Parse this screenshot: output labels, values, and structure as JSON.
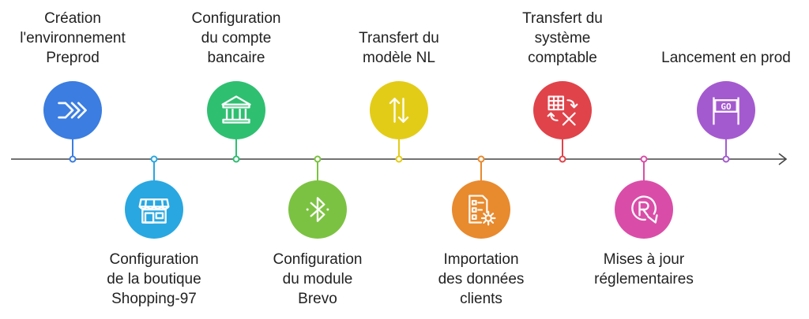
{
  "steps": [
    {
      "label": "Création\nl'environnement\nPreprod",
      "position": "top",
      "color": "#3B7DE0",
      "icon": "chevrons-right-icon"
    },
    {
      "label": "Configuration\nde la boutique\nShopping-97",
      "position": "bottom",
      "color": "#29A7E1",
      "icon": "storefront-icon"
    },
    {
      "label": "Configuration\ndu compte\nbancaire",
      "position": "top",
      "color": "#2FBF71",
      "icon": "bank-icon"
    },
    {
      "label": "Configuration\ndu module\nBrevo",
      "position": "bottom",
      "color": "#7CC242",
      "icon": "bluetooth-icon"
    },
    {
      "label": "Transfert du\nmodèle NL",
      "position": "top",
      "color": "#E3CC18",
      "icon": "vertical-arrows-icon"
    },
    {
      "label": "Importation\ndes données\nclients",
      "position": "bottom",
      "color": "#E88A2E",
      "icon": "document-gear-icon"
    },
    {
      "label": "Transfert du\nsystème\ncomptable",
      "position": "top",
      "color": "#E0434A",
      "icon": "spreadsheet-transfer-icon"
    },
    {
      "label": "Mises à jour\nréglementaires",
      "position": "bottom",
      "color": "#D94DA8",
      "icon": "registered-arrow-icon"
    },
    {
      "label": "Lancement en prod",
      "position": "top",
      "color": "#A45ACF",
      "icon": "go-sign-icon"
    }
  ],
  "icons": {
    "go_text": "GO"
  },
  "colors": {
    "axis": "#444444",
    "text": "#222222"
  }
}
